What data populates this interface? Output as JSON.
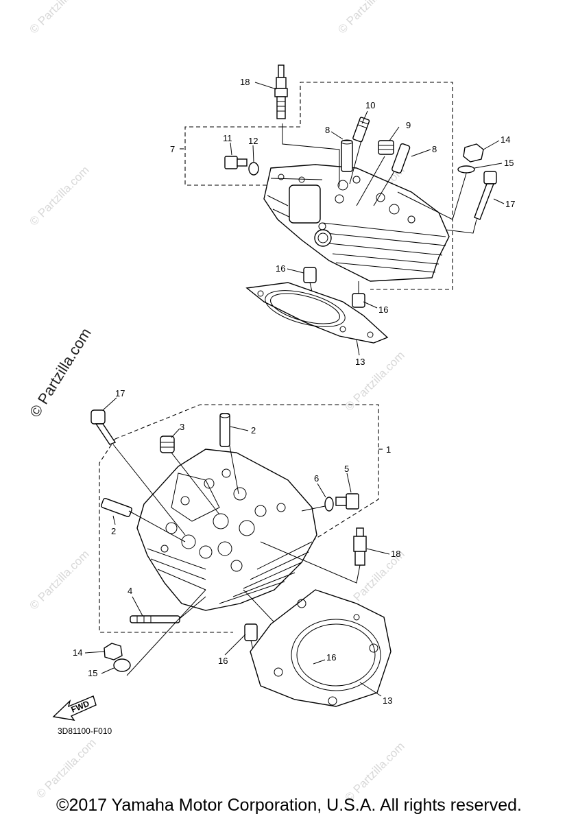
{
  "diagram_code": "3D81100-F010",
  "copyright": "©2017 Yamaha Motor Corporation, U.S.A. All rights reserved.",
  "watermark": "© Partzilla.com",
  "fwd_label": "FWD",
  "callouts": [
    {
      "id": "c18a",
      "label": "18"
    },
    {
      "id": "c10",
      "label": "10"
    },
    {
      "id": "c8a",
      "label": "8"
    },
    {
      "id": "c9",
      "label": "9"
    },
    {
      "id": "c8b",
      "label": "8"
    },
    {
      "id": "c14a",
      "label": "14"
    },
    {
      "id": "c15a",
      "label": "15"
    },
    {
      "id": "c17a",
      "label": "17"
    },
    {
      "id": "c7",
      "label": "7"
    },
    {
      "id": "c11",
      "label": "11"
    },
    {
      "id": "c12",
      "label": "12"
    },
    {
      "id": "c16a",
      "label": "16"
    },
    {
      "id": "c16b",
      "label": "16"
    },
    {
      "id": "c13a",
      "label": "13"
    },
    {
      "id": "c17b",
      "label": "17"
    },
    {
      "id": "c3",
      "label": "3"
    },
    {
      "id": "c2a",
      "label": "2"
    },
    {
      "id": "c1",
      "label": "1"
    },
    {
      "id": "c6",
      "label": "6"
    },
    {
      "id": "c5",
      "label": "5"
    },
    {
      "id": "c2b",
      "label": "2"
    },
    {
      "id": "c18b",
      "label": "18"
    },
    {
      "id": "c4",
      "label": "4"
    },
    {
      "id": "c14b",
      "label": "14"
    },
    {
      "id": "c15b",
      "label": "15"
    },
    {
      "id": "c16c",
      "label": "16"
    },
    {
      "id": "c16d",
      "label": "16"
    },
    {
      "id": "c13b",
      "label": "13"
    }
  ]
}
